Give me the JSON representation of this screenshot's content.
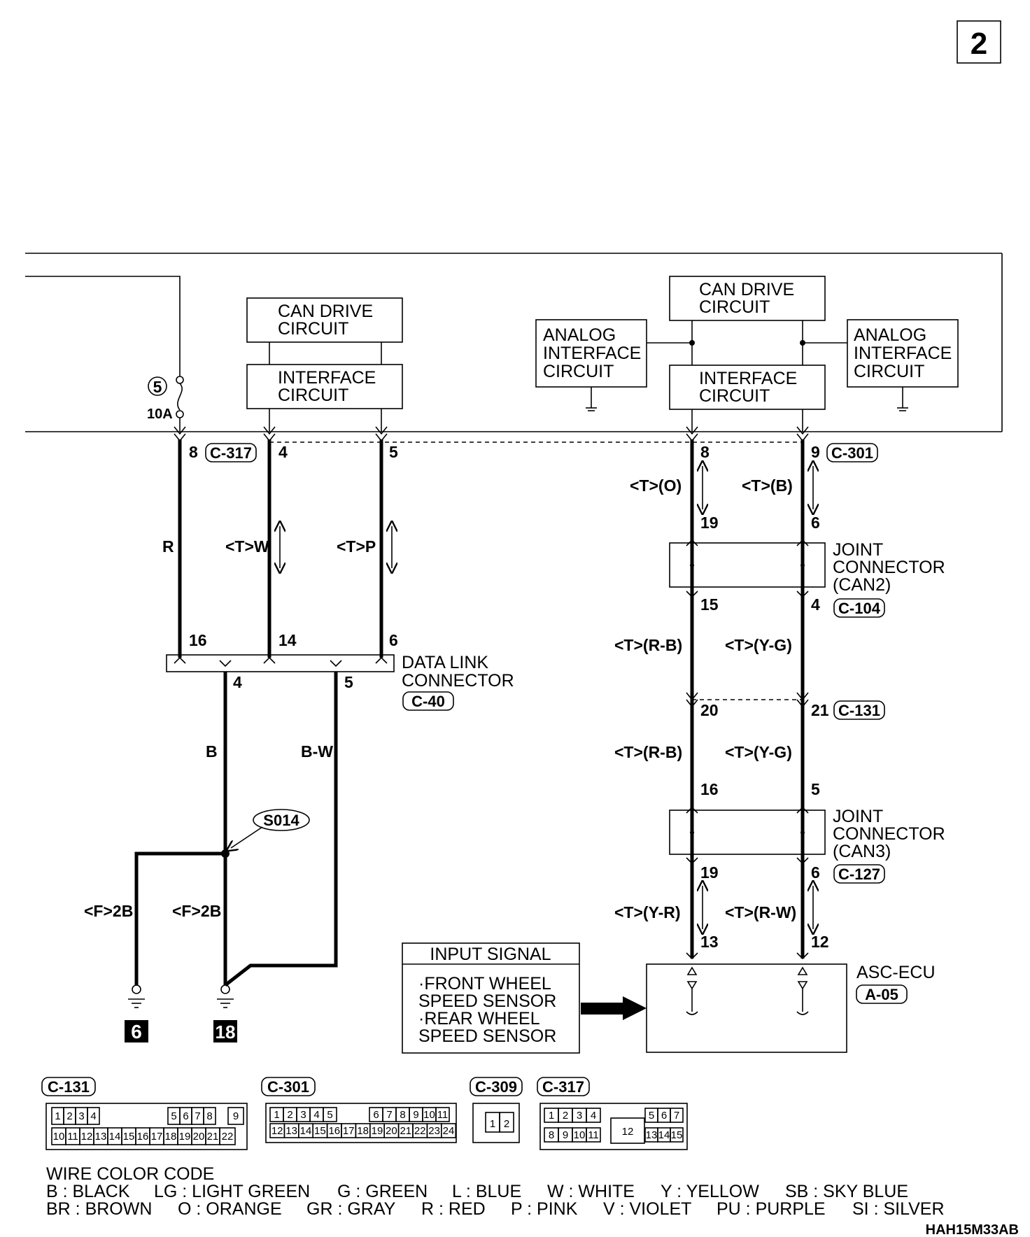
{
  "page_number": "2",
  "ecu": {
    "can_drive_left": [
      "CAN DRIVE",
      "CIRCUIT"
    ],
    "interface_left": [
      "INTERFACE",
      "CIRCUIT"
    ],
    "analog_left": [
      "ANALOG",
      "INTERFACE",
      "CIRCUIT"
    ],
    "can_drive_right": [
      "CAN DRIVE",
      "CIRCUIT"
    ],
    "interface_right": [
      "INTERFACE",
      "CIRCUIT"
    ],
    "analog_right": [
      "ANALOG",
      "INTERFACE",
      "CIRCUIT"
    ],
    "fuse_number": "5",
    "fuse_rating": "10A"
  },
  "connectors": {
    "c317": "C-317",
    "c301": "C-301",
    "c40": "C-40",
    "c104": "C-104",
    "c131": "C-131",
    "c127": "C-127",
    "a05": "A-05",
    "s014": "S014",
    "c309": "C-309"
  },
  "pins": {
    "p8a": "8",
    "p4a": "4",
    "p5a": "5",
    "p8b": "8",
    "p9b": "9",
    "p19a": "19",
    "p6a": "6",
    "p15": "15",
    "p4b": "4",
    "p16a": "16",
    "p14": "14",
    "p6b": "6",
    "p4c": "4",
    "p5c": "5",
    "p20": "20",
    "p21": "21",
    "p16b": "16",
    "p5d": "5",
    "p19b": "19",
    "p6c": "6",
    "p13": "13",
    "p12": "12"
  },
  "wires": {
    "r": "R",
    "tw": "<T>W",
    "tp": "<T>P",
    "to": "<T>(O)",
    "tb": "<T>(B)",
    "trb1": "<T>(R-B)",
    "tyg1": "<T>(Y-G)",
    "trb2": "<T>(R-B)",
    "tyg2": "<T>(Y-G)",
    "tyr": "<T>(Y-R)",
    "trw": "<T>(R-W)",
    "b": "B",
    "bw": "B-W",
    "f2b_left": "<F>2B",
    "f2b_right": "<F>2B"
  },
  "labels": {
    "data_link": [
      "DATA LINK",
      "CONNECTOR"
    ],
    "joint_can2": [
      "JOINT",
      "CONNECTOR",
      "(CAN2)"
    ],
    "joint_can3": [
      "JOINT",
      "CONNECTOR",
      "(CAN3)"
    ],
    "asc_ecu": "ASC-ECU",
    "ground_6": "6",
    "ground_18": "18"
  },
  "input_signal": {
    "title": "INPUT SIGNAL",
    "lines": [
      "·FRONT WHEEL",
      " SPEED SENSOR",
      "·REAR WHEEL",
      " SPEED SENSOR"
    ]
  },
  "connector_faces": {
    "c131": {
      "title": "C-131",
      "top": [
        "1",
        "2",
        "3",
        "4",
        "5",
        "6",
        "7",
        "8",
        "9"
      ],
      "bottom": [
        "10",
        "11",
        "12",
        "13",
        "14",
        "15",
        "16",
        "17",
        "18",
        "19",
        "20",
        "21",
        "22"
      ]
    },
    "c301": {
      "title": "C-301",
      "top": [
        "1",
        "2",
        "3",
        "4",
        "5",
        "6",
        "7",
        "8",
        "9",
        "10",
        "11"
      ],
      "bottom": [
        "12",
        "13",
        "14",
        "15",
        "16",
        "17",
        "18",
        "19",
        "20",
        "21",
        "22",
        "23",
        "24"
      ]
    },
    "c309": {
      "title": "C-309",
      "pins": [
        "1",
        "2"
      ]
    },
    "c317": {
      "title": "C-317",
      "top": [
        "1",
        "2",
        "3",
        "4",
        "5",
        "6",
        "7"
      ],
      "bottom": [
        "8",
        "9",
        "10",
        "11",
        "13",
        "14",
        "15"
      ],
      "center": "12"
    }
  },
  "wire_color_code": {
    "title": "WIRE COLOR CODE",
    "row1": [
      "B : BLACK",
      "LG : LIGHT GREEN",
      "G : GREEN",
      "L : BLUE",
      "W : WHITE",
      "Y : YELLOW",
      "SB : SKY BLUE"
    ],
    "row2": [
      "BR : BROWN",
      "O : ORANGE",
      "GR : GRAY",
      "R : RED",
      "P : PINK",
      "V : VIOLET",
      "PU : PURPLE",
      "SI : SILVER"
    ]
  },
  "diagram_code": "HAH15M33AB"
}
